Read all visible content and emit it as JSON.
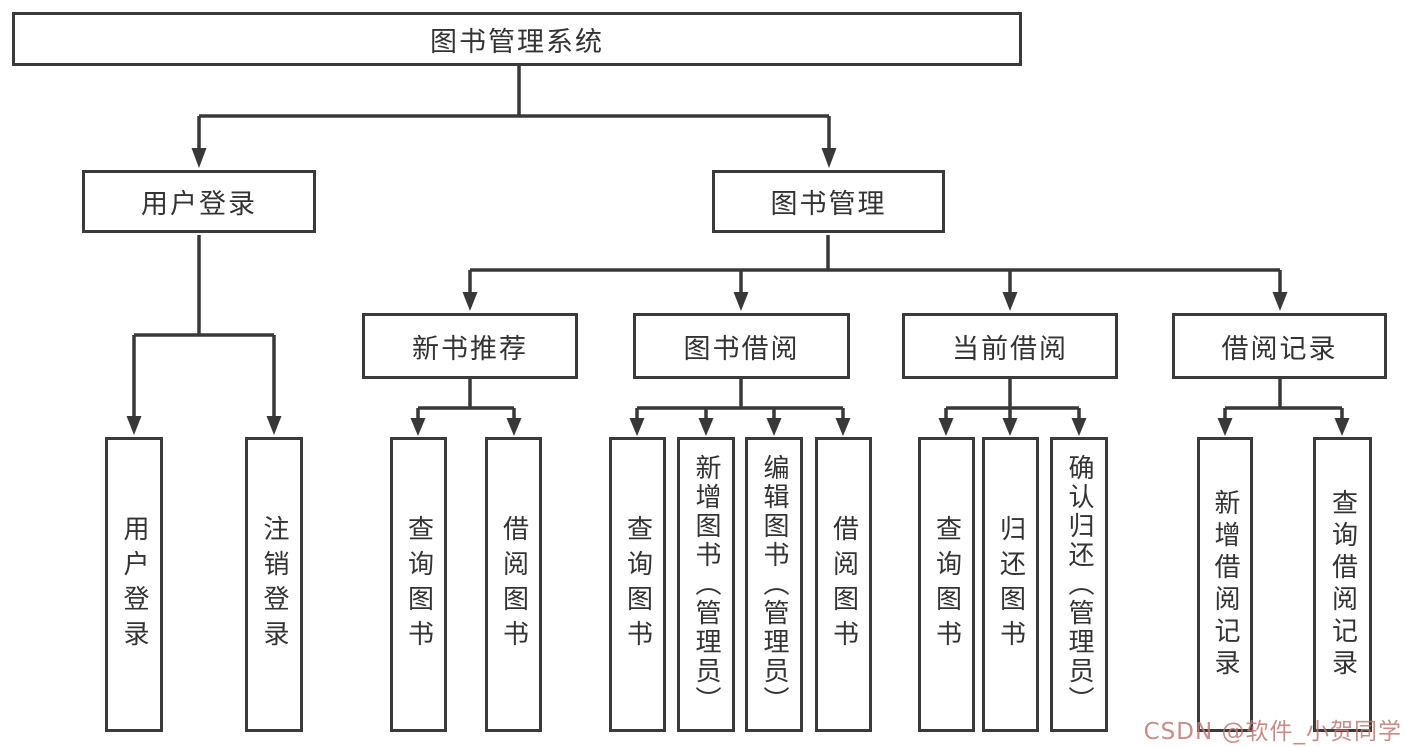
{
  "tree": {
    "label": "图书管理系统",
    "children": [
      {
        "label": "用户登录",
        "children": [
          {
            "label": "用户登录"
          },
          {
            "label": "注销登录"
          }
        ]
      },
      {
        "label": "图书管理",
        "children": [
          {
            "label": "新书推荐",
            "children": [
              {
                "label": "查询图书"
              },
              {
                "label": "借阅图书"
              }
            ]
          },
          {
            "label": "图书借阅",
            "children": [
              {
                "label": "查询图书"
              },
              {
                "label": "新增图书（管理员）"
              },
              {
                "label": "编辑图书（管理员）"
              },
              {
                "label": "借阅图书"
              }
            ]
          },
          {
            "label": "当前借阅",
            "children": [
              {
                "label": "查询图书"
              },
              {
                "label": "归还图书"
              },
              {
                "label": "确认归还（管理员）"
              }
            ]
          },
          {
            "label": "借阅记录",
            "children": [
              {
                "label": "新增借阅记录"
              },
              {
                "label": "查询借阅记录"
              }
            ]
          }
        ]
      }
    ]
  },
  "watermark": {
    "text": "CSDN @软件_小贺同学",
    "color": "#c07873"
  },
  "colors": {
    "background": "#ffffff",
    "line": "#383838",
    "box_border": "#3a3a3a",
    "text": "#333333"
  }
}
